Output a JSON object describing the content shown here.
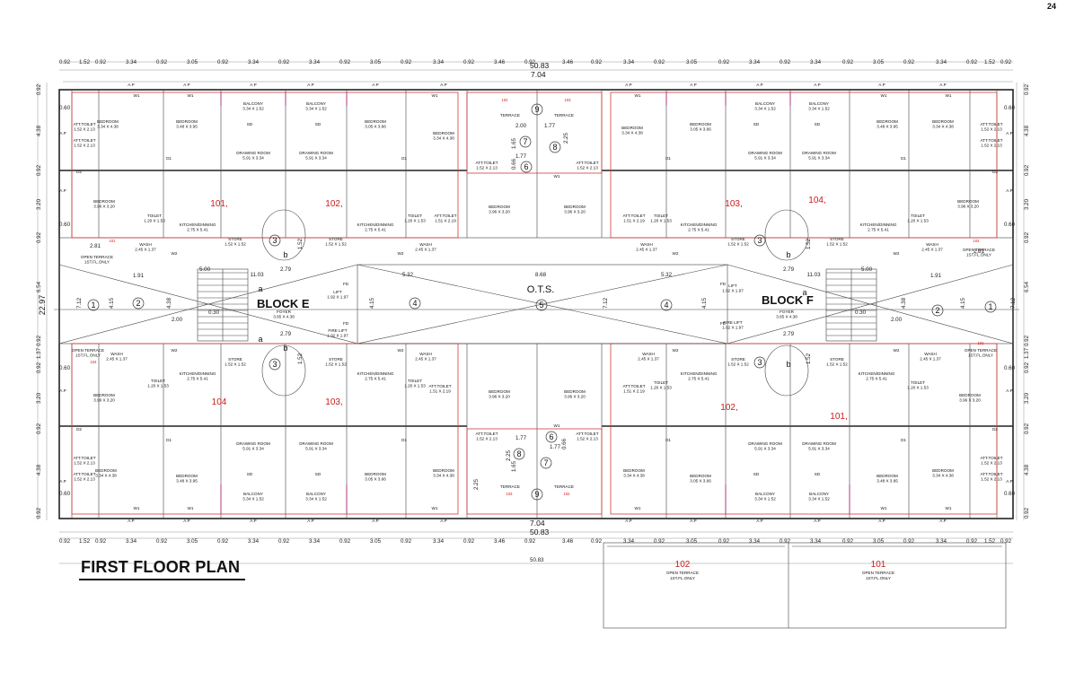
{
  "page_number": "24",
  "drawing_title": "FIRST FLOOR PLAN",
  "overall": {
    "top_total": "50.83",
    "top_mid": "7.04",
    "bottom_mid": "7.04",
    "bottom_total": "50.83",
    "below_total": "50.83",
    "left_total": "22.97"
  },
  "top_dims": [
    "0.92",
    "1.52",
    "0.92",
    "3.34",
    "0.92",
    "3.05",
    "0.92",
    "3.34",
    "0.92",
    "3.34",
    "0.92",
    "3.05",
    "0.92",
    "3.34",
    "0.92",
    "3.46",
    "0.92",
    "3.46",
    "0.92",
    "3.34",
    "0.92",
    "3.05",
    "0.92",
    "3.34",
    "0.92",
    "3.34",
    "0.92",
    "3.05",
    "0.92",
    "3.34",
    "0.92",
    "1.52",
    "0.92"
  ],
  "left_dims": [
    "0.92",
    "4.38",
    "0.92",
    "3.20",
    "0.92",
    "6.54",
    "0.92",
    "1.37",
    "0.92",
    "3.20",
    "0.92",
    "4.38",
    "0.92"
  ],
  "blocks": {
    "left": "BLOCK E",
    "right": "BLOCK F"
  },
  "ots": "O.T.S.",
  "units": {
    "e_101": "101,",
    "e_102": "102,",
    "e_104": "104",
    "e_103": "103,",
    "f_103": "103,",
    "f_104": "104,",
    "f_102": "102,",
    "f_101": "101,"
  },
  "rooms": {
    "bedroom_334x438": "BEDROOM\n3.34 X 4.38",
    "bedroom_348x395": "BEDROOM\n3.48 X 3.95",
    "bedroom_305x366": "BEDROOM\n3.05 X 3.66",
    "bedroom_396x320": "BEDROOM\n3.96 X 3.20",
    "balcony": "BALCONY\n3.34 X 1.52",
    "drawing": "DRAWING ROOM\n5.91 X 3.34",
    "kitchen": "KITCHEN/DINNING\n2.75 X 5.41",
    "wash": "WASH\n2.45 X 1.37",
    "store": "STORE\n1.52 X 1.52",
    "toilet": "TOILET\n1.20 X 1.53",
    "att_toilet_a": "ATT.TOILET\n1.52 X 2.13",
    "att_toilet_b": "ATT.TOILET\n1.51 X 2.19",
    "terrace": "TERRACE",
    "foyer": "FOYER\n3.65 X 4.38",
    "lift": "LIFT\n1.92 X 1.97",
    "fire_lift": "FIRE LIFT\n1.92 X 1.97",
    "open_terrace": "OPEN TERRACE\n1ST.FL.ONLY",
    "ap": "A.P",
    "w1": "W1",
    "d1": "D1",
    "d2": "D2",
    "sd": "SD",
    "w2": "W2",
    "fd": "FD"
  },
  "circle_tags": [
    "1",
    "2",
    "3",
    "4",
    "5",
    "6",
    "7",
    "8",
    "9",
    "a",
    "b"
  ],
  "misc_dims": {
    "d281": "2.81",
    "d191": "1.91",
    "d1103": "11.03",
    "d279": "2.79",
    "d532": "5.32",
    "d868": "8.68",
    "d712": "7.12",
    "d415": "4.15",
    "d438": "4.38",
    "d200": "2.00",
    "d177": "1.77",
    "d225": "2.25",
    "d165": "1.65",
    "d152": "1.52",
    "d500": "5.00",
    "d060": "0.60",
    "d030": "0.30",
    "d066": "0.66"
  },
  "terrace_units": {
    "t102_top": "102",
    "t103_top": "103",
    "t103_bot": "103",
    "t102_bot": "102",
    "below_102": "102",
    "below_101": "101"
  }
}
